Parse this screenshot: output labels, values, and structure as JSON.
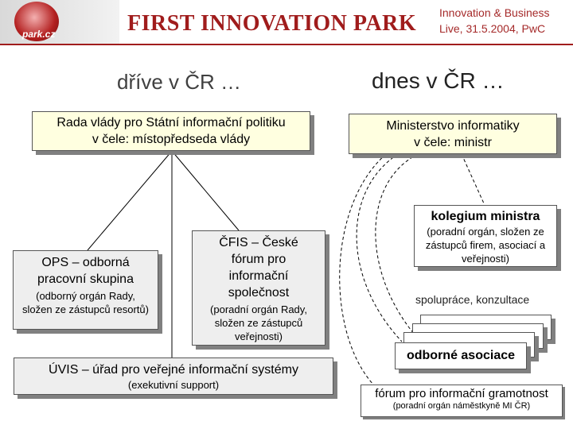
{
  "header": {
    "logo_text": "park.cz",
    "title": "FIRST INNOVATION PARK",
    "event_line1": "Innovation & Business",
    "event_line2": "Live, 31.5.2004, PwC"
  },
  "left": {
    "heading": "dříve v ČR …",
    "rada": {
      "line1": "Rada vlády pro Státní informační politiku",
      "line2": "v čele: místopředseda vlády"
    },
    "ops": {
      "title1": "OPS – odborná",
      "title2": "pracovní skupina",
      "note": "(odborný orgán Rady, složen ze zástupců resortů)"
    },
    "cfis": {
      "title": "ČFIS – České fórum pro informační společnost",
      "note": "(poradní orgán Rady, složen ze zástupců veřejnosti)"
    },
    "uvis": {
      "title": "ÚVIS – úřad pro veřejné informační systémy",
      "note": "(exekutivní support)"
    }
  },
  "right": {
    "heading": "dnes v ČR …",
    "mi": {
      "line1": "Ministerstvo informatiky",
      "line2": "v čele: ministr"
    },
    "kolegium": {
      "title": "kolegium ministra",
      "note": "(poradní orgán, složen ze zástupců firem, asociací a veřejnosti)"
    },
    "spoluprace_label": "spolupráce, konzultace",
    "asociace": "odborné asociace",
    "forum": {
      "title": "fórum pro informační gramotnost",
      "note": "(poradní orgán náměstkyně MI ČR)"
    }
  }
}
